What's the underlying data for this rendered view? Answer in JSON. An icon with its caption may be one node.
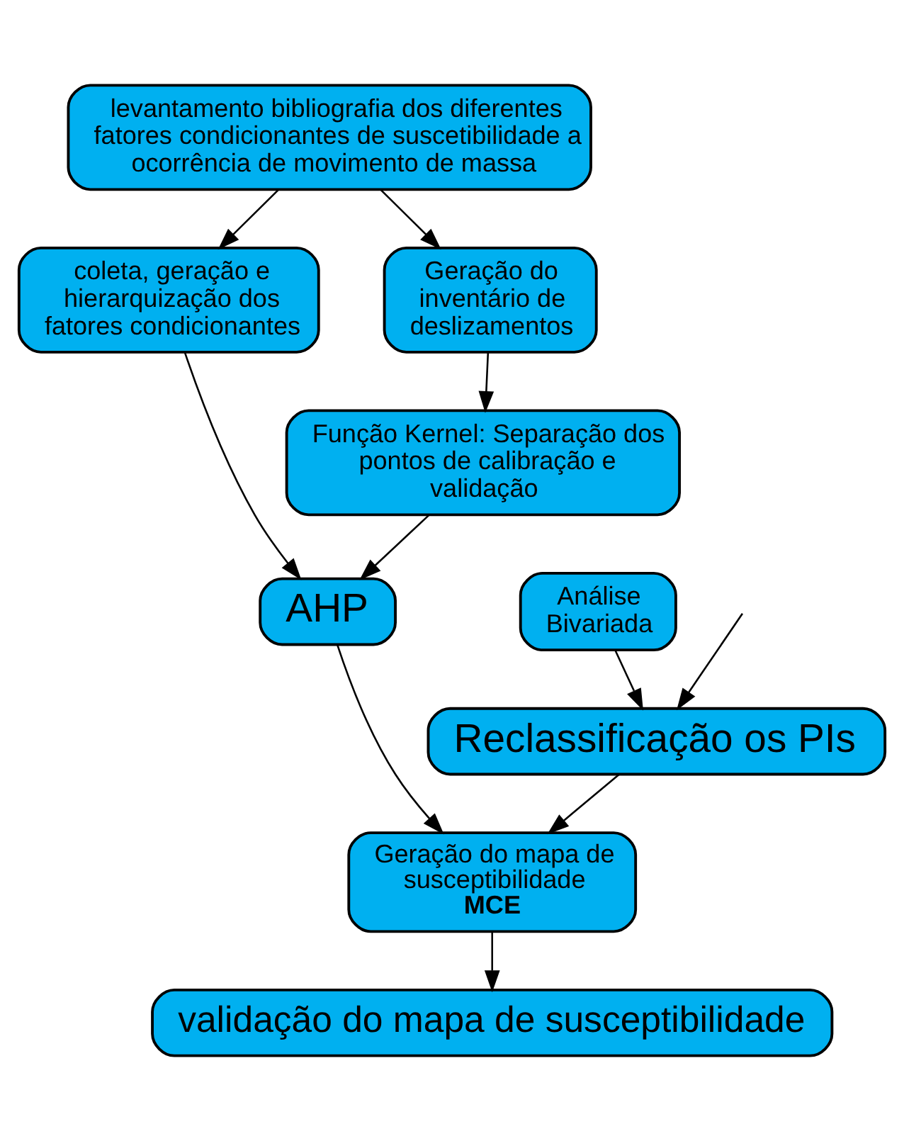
{
  "diagram": {
    "nodes": [
      {
        "text": [
          "levantamento bibliografia dos diferentes fatores condicionantes de suscetibilidade a ocorrência de movimento de massa"
        ]
      },
      {
        "text": [
          "coleta, geração e hierarquização dos fatores condicionantes"
        ]
      },
      {
        "text": [
          "Geração do inventário de deslizamentos"
        ]
      },
      {
        "text": [
          "Função Kernel: Separação dos pontos de calibração e validação"
        ]
      },
      {
        "text": [
          "AHP"
        ]
      },
      {
        "text": [
          "Análise Bivariada"
        ]
      },
      {
        "text": [
          "Reclassificação os PIs"
        ]
      },
      {
        "text": [
          "Geração do mapa de susceptibilidade",
          "MCE"
        ]
      },
      {
        "text": [
          "validação do mapa de susceptibilidade"
        ]
      }
    ],
    "edges": [
      {
        "from": 0,
        "to": 1,
        "arrow": "to"
      },
      {
        "from": 0,
        "to": 2,
        "arrow": "to"
      },
      {
        "from": 2,
        "to": 3,
        "arrow": "to"
      },
      {
        "from": 1,
        "to": 4,
        "arrow": "to"
      },
      {
        "from": 3,
        "to": 4,
        "arrow": "to"
      },
      {
        "from": 5,
        "to": 6,
        "arrow": "to"
      },
      {
        "from": null,
        "to": 6,
        "arrow": "to"
      },
      {
        "from": 4,
        "to": 7,
        "arrow": "to"
      },
      {
        "from": 6,
        "to": 7,
        "arrow": "to"
      },
      {
        "from": 7,
        "to": 8,
        "arrow": "to"
      }
    ]
  }
}
